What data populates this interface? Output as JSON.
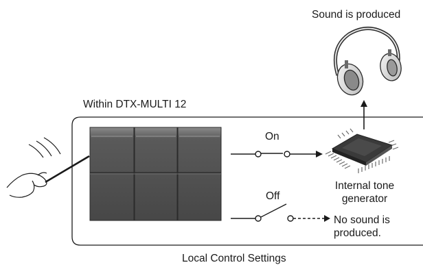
{
  "top_label": "Sound is produced",
  "device_label": "Within DTX-MULTI 12",
  "switch_on_label": "On",
  "switch_off_label": "Off",
  "tone_generator_label_line1": "Internal tone",
  "tone_generator_label_line2": "generator",
  "no_sound_label_line1": "No sound is",
  "no_sound_label_line2": "produced.",
  "caption": "Local Control Settings",
  "icons": [
    "headphones-icon",
    "drumstick-hand-icon",
    "pad-panel",
    "chip-icon"
  ],
  "colors": {
    "line": "#1a1a1a",
    "pad_dark": "#4d4d4d",
    "pad_light": "#8a8a8a",
    "chip": "#3a3a3a"
  }
}
